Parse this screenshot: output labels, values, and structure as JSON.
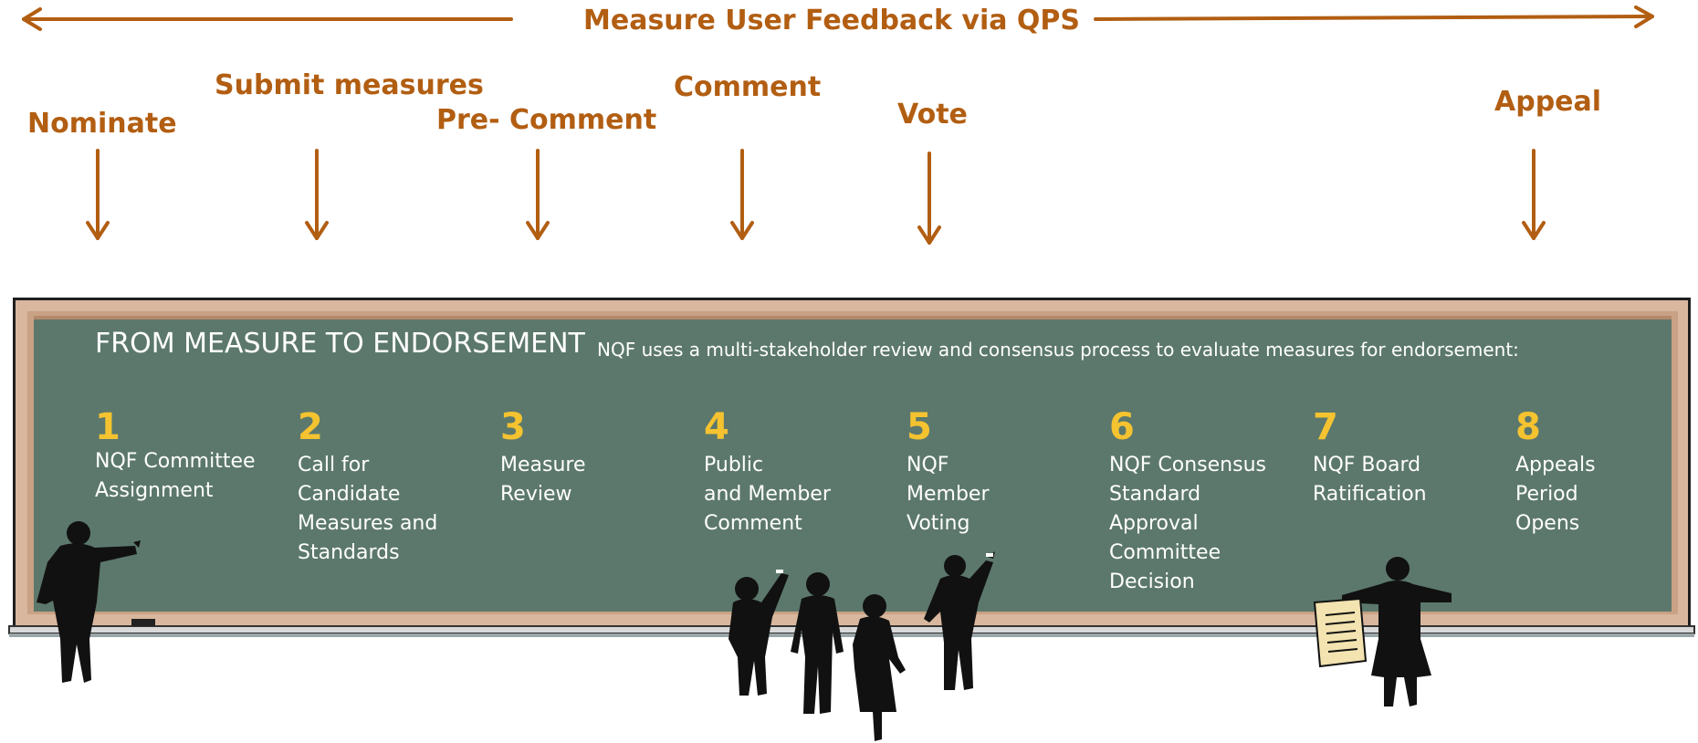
{
  "banner": "Measure User Feedback via QPS",
  "phases": {
    "nominate": "Nominate",
    "submit": "Submit measures",
    "precomment": "Pre- Comment",
    "comment": "Comment",
    "vote": "Vote",
    "appeal": "Appeal"
  },
  "board": {
    "title": "FROM MEASURE TO ENDORSEMENT",
    "subtitle": "NQF uses a multi-stakeholder review and consensus process to evaluate measures for endorsement:",
    "steps": [
      {
        "num": "1",
        "text": "NQF Committee\nAssignment"
      },
      {
        "num": "2",
        "text": "Call for\nCandidate\nMeasures and\nStandards"
      },
      {
        "num": "3",
        "text": "Measure\nReview"
      },
      {
        "num": "4",
        "text": "Public\nand Member\nComment"
      },
      {
        "num": "5",
        "text": "NQF\nMember\nVoting"
      },
      {
        "num": "6",
        "text": "NQF Consensus\nStandard\nApproval\nCommittee\nDecision"
      },
      {
        "num": "7",
        "text": "NQF Board\nRatification"
      },
      {
        "num": "8",
        "text": "Appeals\nPeriod\nOpens"
      }
    ]
  },
  "colors": {
    "accent": "#b25e12",
    "board": "#5c786c",
    "frame": "#d9b79e",
    "number": "#f5c330"
  }
}
